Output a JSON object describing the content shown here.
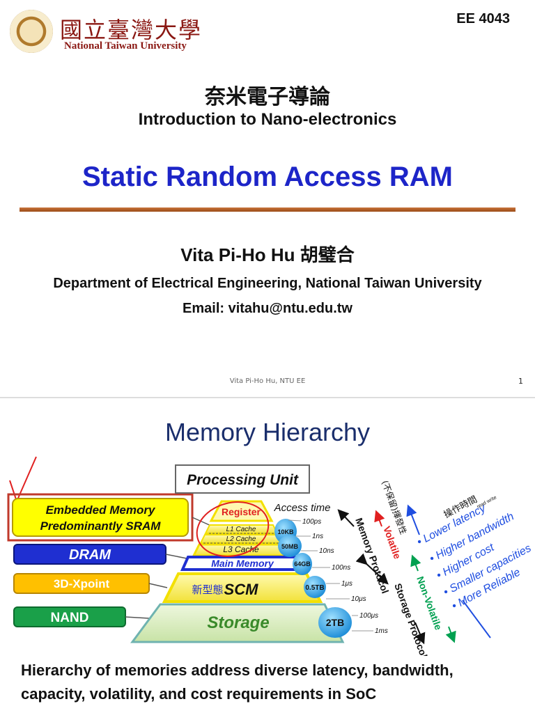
{
  "slide1": {
    "university": {
      "name_cn": "國立臺灣大學",
      "name_en": "National Taiwan University"
    },
    "course_code": "EE 4043",
    "title_cn": "奈米電子導論",
    "title_en": "Introduction to Nano-electronics",
    "lecture_title": "Static Random Access RAM",
    "author": "Vita Pi-Ho Hu 胡璧合",
    "department": "Department of Electrical Engineering, National Taiwan University",
    "email": "Email: vitahu@ntu.edu.tw",
    "footer": "Vita Pi-Ho Hu, NTU EE",
    "page_number": "1"
  },
  "slide2": {
    "title": "Memory Hierarchy",
    "memory_boxes": [
      {
        "label_lines": [
          "Embedded Memory",
          "Predominantly SRAM"
        ],
        "color": "#ffff00"
      },
      {
        "label": "DRAM",
        "color": "#1f2fd1"
      },
      {
        "label": "3D-Xpoint",
        "color": "#ffc000"
      },
      {
        "label": "NAND",
        "color": "#1aa049"
      }
    ],
    "processing_unit": "Processing Unit",
    "pyramid_levels": [
      "Register",
      "L1 Cache",
      "L2 Cache",
      "L3 Cache",
      "Main Memory",
      "SCM",
      "Storage"
    ],
    "scm_note": "新型態",
    "capacities": [
      "10KB",
      "50MB",
      "64GB",
      "0.5TB",
      "2TB"
    ],
    "access_time": {
      "header": "Access time",
      "ticks": [
        "100ps",
        "1ns",
        "10ns",
        "100ns",
        "1μs",
        "10μs",
        "100μs",
        "1ms"
      ]
    },
    "memory_protocol": "Memory Protocol",
    "storage_protocol": "Storage Protocol",
    "volatile_label": "Volatile",
    "volatile_note": "(不保留)揮發性",
    "nonvolatile_label": "Non-Volatile",
    "trend_note": "操作時間",
    "trend_note_small": "read write",
    "trends": [
      "Lower latency",
      "Higher bandwidth",
      "Higher cost",
      "Smaller capacities",
      "More Reliable"
    ],
    "caption_lines": [
      "Hierarchy of memories address diverse latency, bandwidth,",
      "capacity, volatility, and cost requirements in SoC"
    ],
    "colors": {
      "title_blue": "#1d25c8",
      "heading_navy": "#1a2e6c",
      "annotation_red": "#e02020",
      "nonvolatile_green": "#00a050",
      "trend_blue": "#1f4ee0"
    }
  }
}
